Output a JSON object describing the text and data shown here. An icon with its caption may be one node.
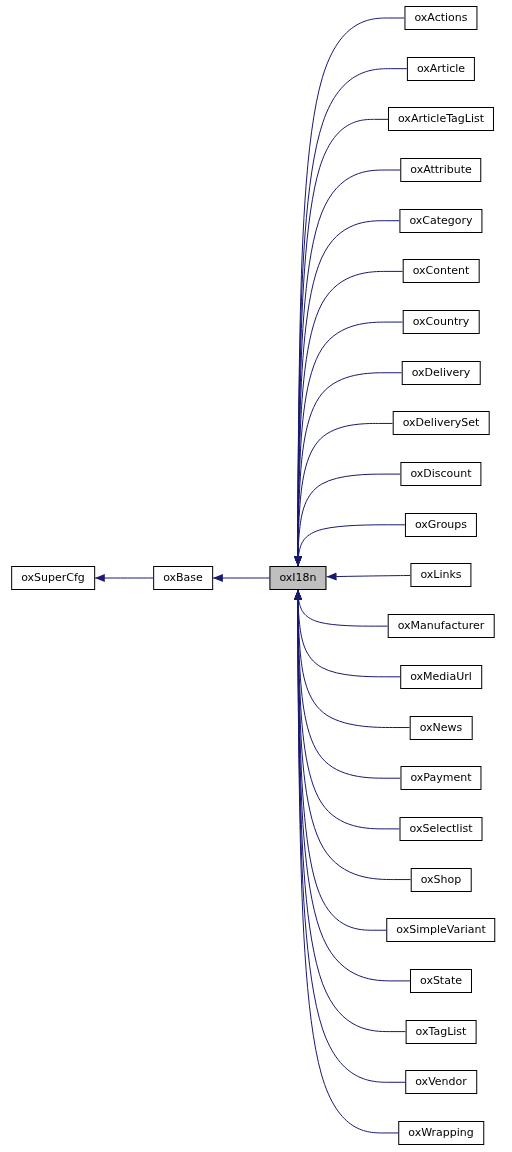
{
  "diagram": {
    "nodes": [
      {
        "text": [
          "oxSuperCfg"
        ]
      },
      {
        "text": [
          "oxBase"
        ]
      },
      {
        "text": [
          "oxI18n"
        ]
      },
      {
        "text": [
          "oxActions"
        ]
      },
      {
        "text": [
          "oxArticle"
        ]
      },
      {
        "text": [
          "oxArticleTagList"
        ]
      },
      {
        "text": [
          "oxAttribute"
        ]
      },
      {
        "text": [
          "oxCategory"
        ]
      },
      {
        "text": [
          "oxContent"
        ]
      },
      {
        "text": [
          "oxCountry"
        ]
      },
      {
        "text": [
          "oxDelivery"
        ]
      },
      {
        "text": [
          "oxDeliverySet"
        ]
      },
      {
        "text": [
          "oxDiscount"
        ]
      },
      {
        "text": [
          "oxGroups"
        ]
      },
      {
        "text": [
          "oxLinks"
        ]
      },
      {
        "text": [
          "oxManufacturer"
        ]
      },
      {
        "text": [
          "oxMediaUrl"
        ]
      },
      {
        "text": [
          "oxNews"
        ]
      },
      {
        "text": [
          "oxPayment"
        ]
      },
      {
        "text": [
          "oxSelectlist"
        ]
      },
      {
        "text": [
          "oxShop"
        ]
      },
      {
        "text": [
          "oxSimpleVariant"
        ]
      },
      {
        "text": [
          "oxState"
        ]
      },
      {
        "text": [
          "oxTagList"
        ]
      },
      {
        "text": [
          "oxVendor"
        ]
      },
      {
        "text": [
          "oxWrapping"
        ]
      }
    ],
    "edges": [
      {
        "from": 1,
        "to": 0,
        "arrow": "to"
      },
      {
        "from": 2,
        "to": 1,
        "arrow": "to"
      },
      {
        "from": 3,
        "to": 2,
        "arrow": "to"
      },
      {
        "from": 4,
        "to": 2,
        "arrow": "to"
      },
      {
        "from": 5,
        "to": 2,
        "arrow": "to"
      },
      {
        "from": 6,
        "to": 2,
        "arrow": "to"
      },
      {
        "from": 7,
        "to": 2,
        "arrow": "to"
      },
      {
        "from": 8,
        "to": 2,
        "arrow": "to"
      },
      {
        "from": 9,
        "to": 2,
        "arrow": "to"
      },
      {
        "from": 10,
        "to": 2,
        "arrow": "to"
      },
      {
        "from": 11,
        "to": 2,
        "arrow": "to"
      },
      {
        "from": 12,
        "to": 2,
        "arrow": "to"
      },
      {
        "from": 13,
        "to": 2,
        "arrow": "to"
      },
      {
        "from": 14,
        "to": 2,
        "arrow": "to"
      },
      {
        "from": 15,
        "to": 2,
        "arrow": "to"
      },
      {
        "from": 16,
        "to": 2,
        "arrow": "to"
      },
      {
        "from": 17,
        "to": 2,
        "arrow": "to"
      },
      {
        "from": 18,
        "to": 2,
        "arrow": "to"
      },
      {
        "from": 19,
        "to": 2,
        "arrow": "to"
      },
      {
        "from": 20,
        "to": 2,
        "arrow": "to"
      },
      {
        "from": 21,
        "to": 2,
        "arrow": "to"
      },
      {
        "from": 22,
        "to": 2,
        "arrow": "to"
      },
      {
        "from": 23,
        "to": 2,
        "arrow": "to"
      },
      {
        "from": 24,
        "to": 2,
        "arrow": "to"
      },
      {
        "from": 25,
        "to": 2,
        "arrow": "to"
      }
    ]
  }
}
